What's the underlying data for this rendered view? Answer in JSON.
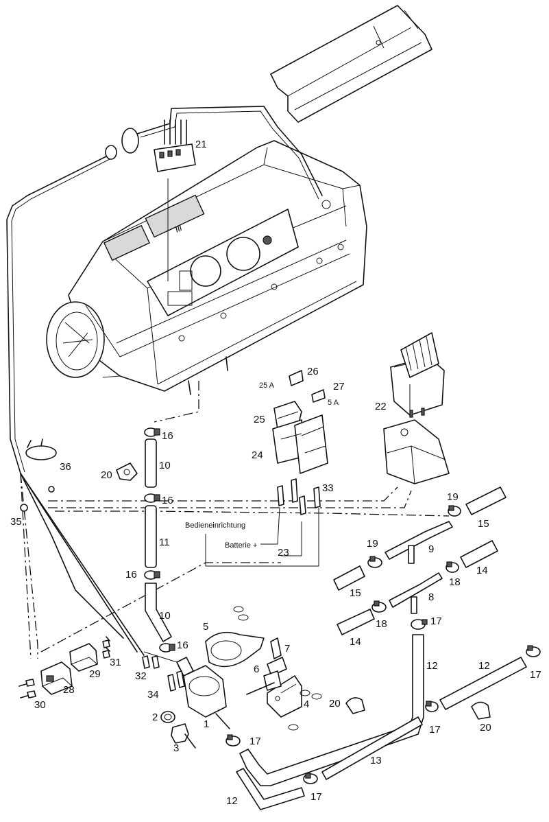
{
  "callouts": [
    {
      "id": "c1",
      "text": "1"
    },
    {
      "id": "c2",
      "text": "2"
    },
    {
      "id": "c3",
      "text": "3"
    },
    {
      "id": "c4",
      "text": "4"
    },
    {
      "id": "c5",
      "text": "5"
    },
    {
      "id": "c6",
      "text": "6"
    },
    {
      "id": "c7",
      "text": "7"
    },
    {
      "id": "c8",
      "text": "8"
    },
    {
      "id": "c9",
      "text": "9"
    },
    {
      "id": "c10a",
      "text": "10"
    },
    {
      "id": "c10b",
      "text": "10"
    },
    {
      "id": "c11",
      "text": "11"
    },
    {
      "id": "c12a",
      "text": "12"
    },
    {
      "id": "c12b",
      "text": "12"
    },
    {
      "id": "c12c",
      "text": "12"
    },
    {
      "id": "c13",
      "text": "13"
    },
    {
      "id": "c14a",
      "text": "14"
    },
    {
      "id": "c14b",
      "text": "14"
    },
    {
      "id": "c15a",
      "text": "15"
    },
    {
      "id": "c15b",
      "text": "15"
    },
    {
      "id": "c16a",
      "text": "16"
    },
    {
      "id": "c16b",
      "text": "16"
    },
    {
      "id": "c16c",
      "text": "16"
    },
    {
      "id": "c16d",
      "text": "16"
    },
    {
      "id": "c17a",
      "text": "17"
    },
    {
      "id": "c17b",
      "text": "17"
    },
    {
      "id": "c17c",
      "text": "17"
    },
    {
      "id": "c17d",
      "text": "17"
    },
    {
      "id": "c17e",
      "text": "17"
    },
    {
      "id": "c18a",
      "text": "18"
    },
    {
      "id": "c18b",
      "text": "18"
    },
    {
      "id": "c19a",
      "text": "19"
    },
    {
      "id": "c19b",
      "text": "19"
    },
    {
      "id": "c20a",
      "text": "20"
    },
    {
      "id": "c20b",
      "text": "20"
    },
    {
      "id": "c20c",
      "text": "20"
    },
    {
      "id": "c21",
      "text": "21"
    },
    {
      "id": "c22",
      "text": "22"
    },
    {
      "id": "c23",
      "text": "23"
    },
    {
      "id": "c24",
      "text": "24"
    },
    {
      "id": "c25",
      "text": "25"
    },
    {
      "id": "c26",
      "text": "26"
    },
    {
      "id": "c27",
      "text": "27"
    },
    {
      "id": "c28",
      "text": "28"
    },
    {
      "id": "c29",
      "text": "29"
    },
    {
      "id": "c30",
      "text": "30"
    },
    {
      "id": "c31",
      "text": "31"
    },
    {
      "id": "c32",
      "text": "32"
    },
    {
      "id": "c33",
      "text": "33"
    },
    {
      "id": "c34",
      "text": "34"
    },
    {
      "id": "c35",
      "text": "35"
    },
    {
      "id": "c36",
      "text": "36"
    }
  ],
  "labels": {
    "fuse_25a": "25 A",
    "fuse_5a": "5 A",
    "operating_unit": "Bedieneinrichtung",
    "battery": "Batterie +"
  }
}
